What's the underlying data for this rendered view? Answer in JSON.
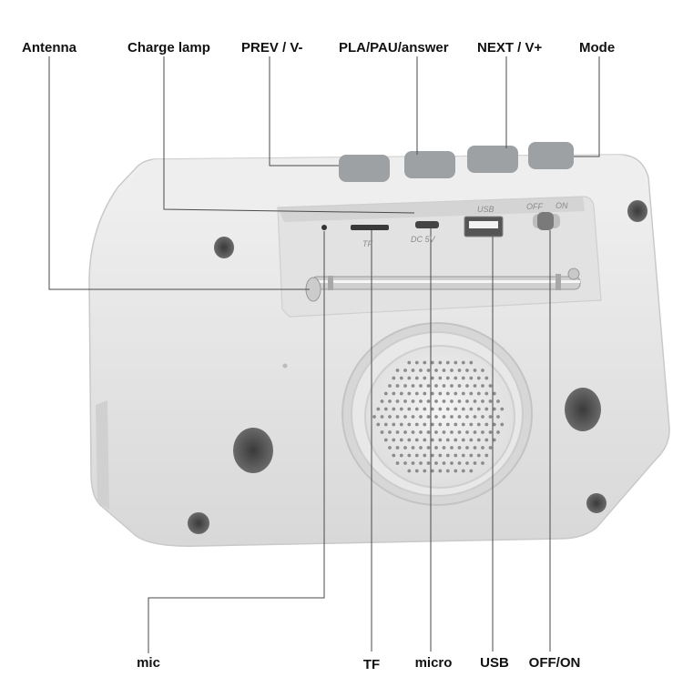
{
  "labels": {
    "top": [
      {
        "id": "antenna",
        "text": "Antenna"
      },
      {
        "id": "charge-lamp",
        "text": "Charge lamp"
      },
      {
        "id": "prev",
        "text": "PREV / V-"
      },
      {
        "id": "play-pause",
        "text": "PLA/PAU/answer"
      },
      {
        "id": "next",
        "text": "NEXT / V+"
      },
      {
        "id": "mode",
        "text": "Mode"
      }
    ],
    "bottom": [
      {
        "id": "mic",
        "text": "mic"
      },
      {
        "id": "tf",
        "text": "TF"
      },
      {
        "id": "micro",
        "text": "micro"
      },
      {
        "id": "usb",
        "text": "USB"
      },
      {
        "id": "off-on",
        "text": "OFF/ON"
      }
    ]
  },
  "panel_prints": {
    "tf": "TF",
    "dc": "DC 5V",
    "usb": "USB",
    "off": "OFF",
    "on": "ON"
  },
  "colors": {
    "body": "#e6e6e6",
    "button": "#9ea1a4",
    "leader": "#4a4a4a"
  }
}
